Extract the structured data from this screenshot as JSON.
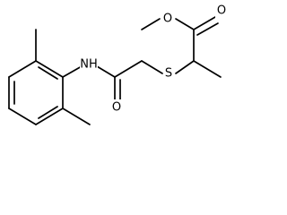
{
  "atoms": {
    "nh": "NH",
    "s": "S",
    "o_ester": "O",
    "o_carbonyl_ester": "O",
    "o_amide": "O"
  }
}
